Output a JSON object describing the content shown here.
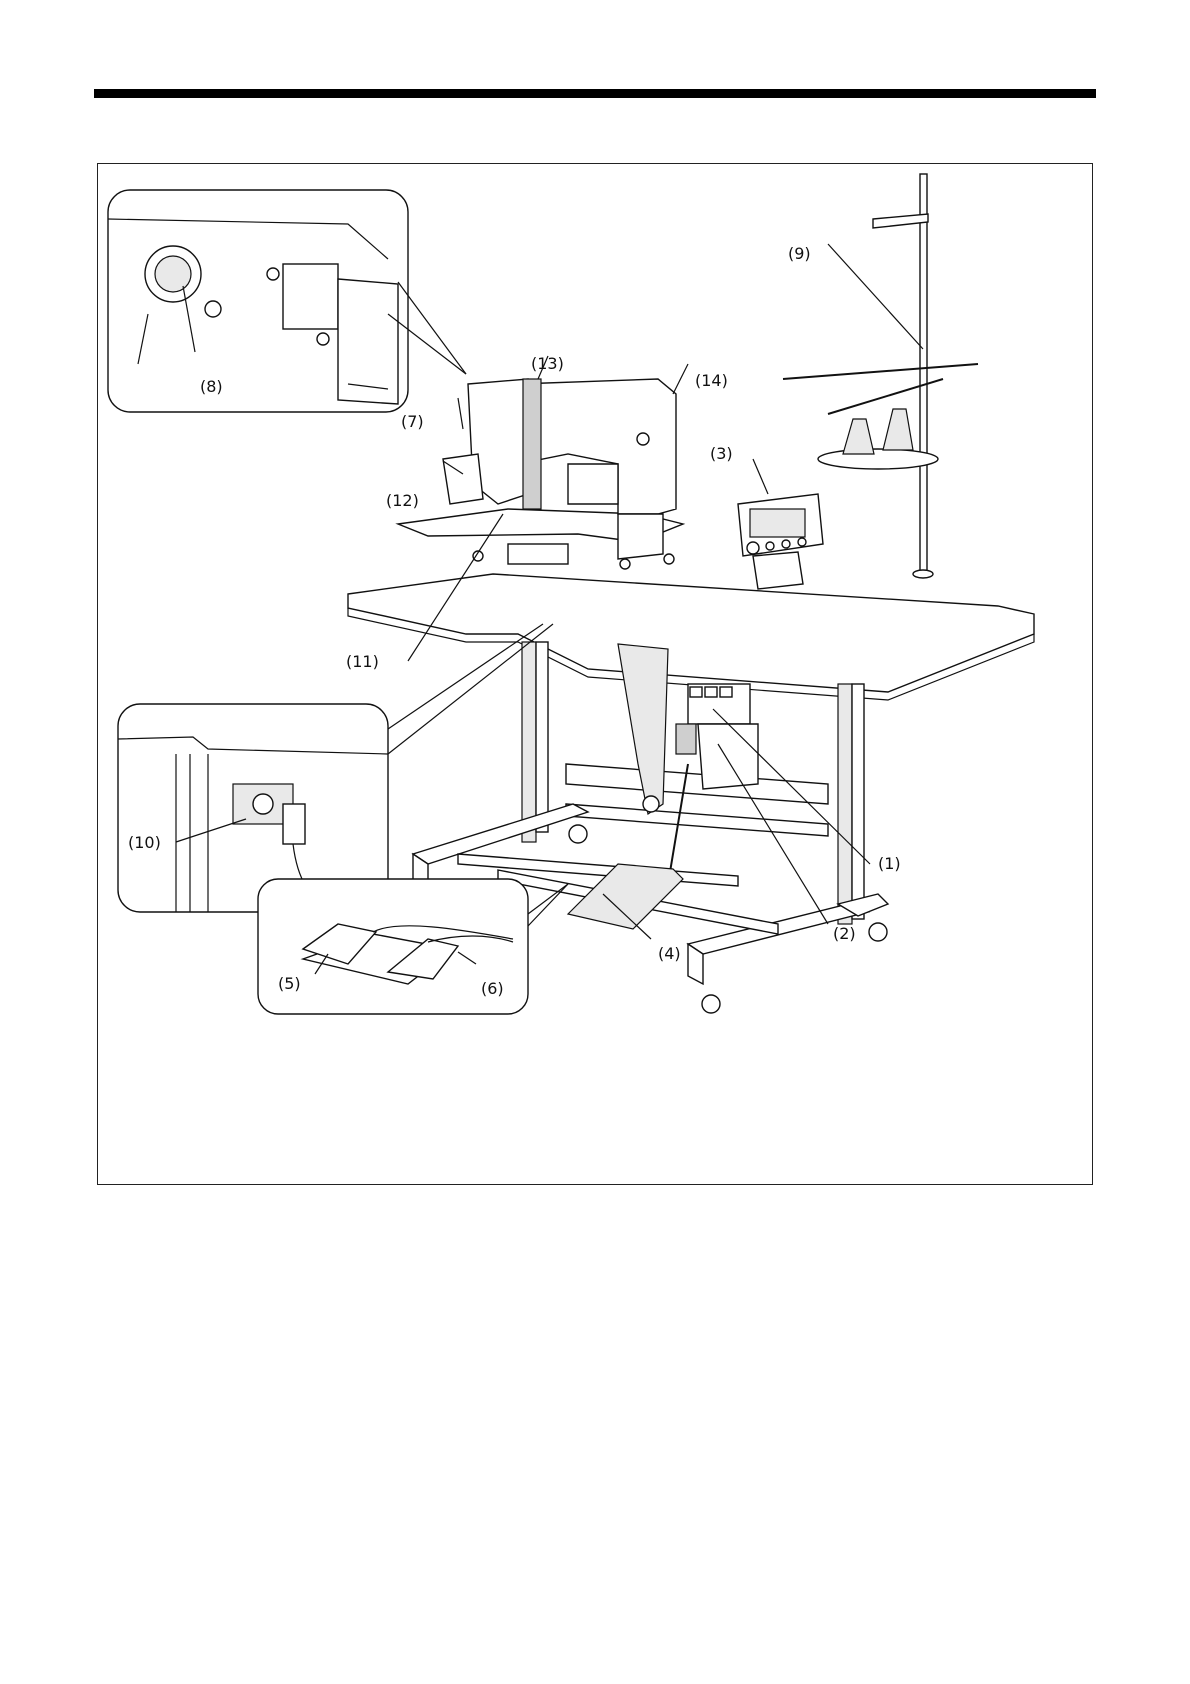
{
  "figure": {
    "callouts": [
      {
        "id": "1",
        "label": "(1)"
      },
      {
        "id": "2",
        "label": "(2)"
      },
      {
        "id": "3",
        "label": "(3)"
      },
      {
        "id": "4",
        "label": "(4)"
      },
      {
        "id": "5",
        "label": "(5)"
      },
      {
        "id": "6",
        "label": "(6)"
      },
      {
        "id": "7",
        "label": "(7)"
      },
      {
        "id": "8",
        "label": "(8)"
      },
      {
        "id": "9",
        "label": "(9)"
      },
      {
        "id": "10",
        "label": "(10)"
      },
      {
        "id": "11",
        "label": "(11)"
      },
      {
        "id": "12",
        "label": "(12)"
      },
      {
        "id": "13",
        "label": "(13)"
      },
      {
        "id": "14",
        "label": "(14)"
      }
    ]
  }
}
